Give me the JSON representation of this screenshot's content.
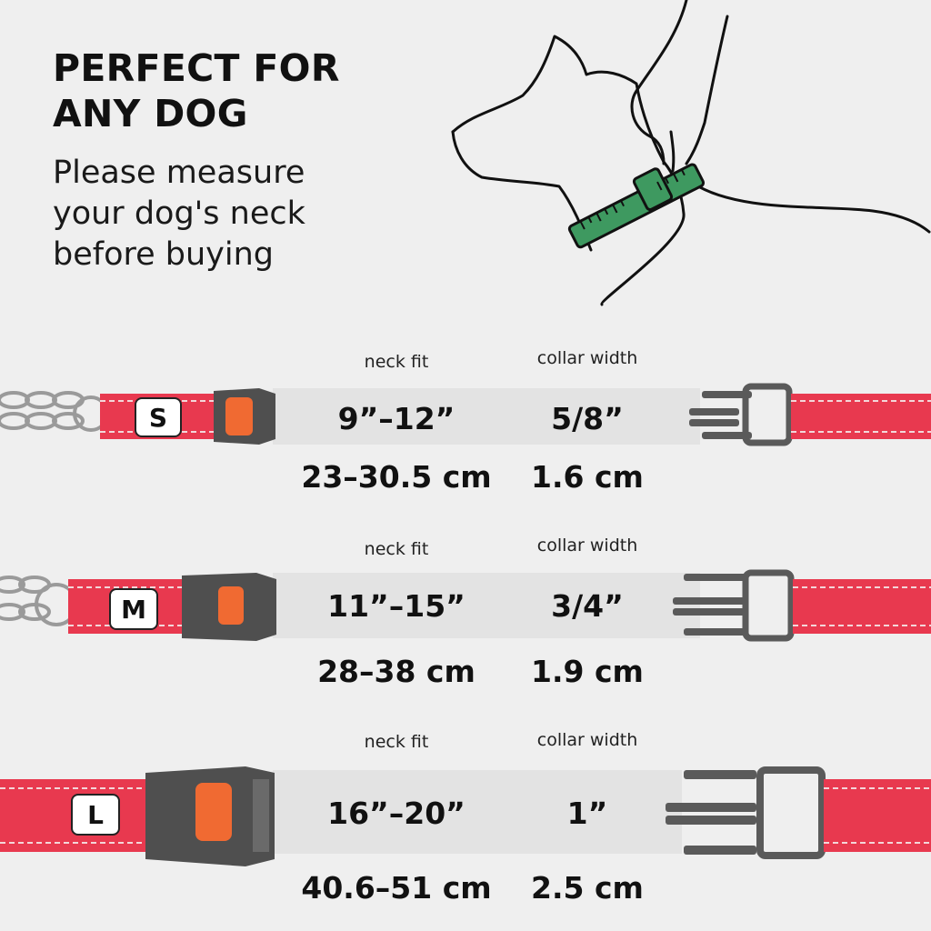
{
  "header": {
    "headline": "PERFECT FOR\nANY DOG",
    "subhead": "Please measure\nyour dog's neck\nbefore buying"
  },
  "colors": {
    "collar_red": "#e8394f",
    "stitch": "#f3d6d9",
    "buckle": "#5a5a5a",
    "release_button": "#f06a32",
    "tape_green": "#3e9960",
    "strip_bg": "#e3e3e3"
  },
  "sizes": [
    {
      "badge": "S",
      "neck_label": "neck fit",
      "width_label": "collar width",
      "neck_in": "9”–12”",
      "width_in": "5/8”",
      "neck_cm": "23–30.5 cm",
      "width_cm": "1.6 cm"
    },
    {
      "badge": "M",
      "neck_label": "neck fit",
      "width_label": "collar width",
      "neck_in": "11”–15”",
      "width_in": "3/4”",
      "neck_cm": "28–38 cm",
      "width_cm": "1.9 cm"
    },
    {
      "badge": "L",
      "neck_label": "neck fit",
      "width_label": "collar width",
      "neck_in": "16”–20”",
      "width_in": "1”",
      "neck_cm": "40.6–51 cm",
      "width_cm": "2.5 cm"
    }
  ]
}
